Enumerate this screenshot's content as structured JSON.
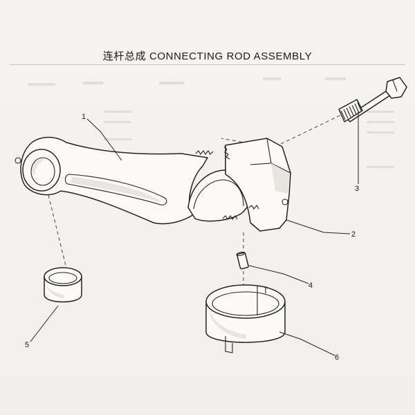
{
  "title": "连杆总成 CONNECTING ROD ASSEMBLY",
  "part_labels": [
    "1",
    "2",
    "3",
    "4",
    "5",
    "6"
  ]
}
